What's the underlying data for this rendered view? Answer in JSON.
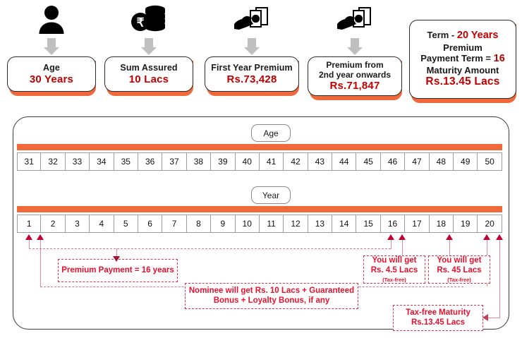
{
  "top_cards": [
    {
      "icon": "person-icon",
      "label": "Age",
      "value": "30 Years"
    },
    {
      "icon": "rupee-coins-icon",
      "label": "Sum Assured",
      "value": "10 Lacs"
    },
    {
      "icon": "hand-money-icon",
      "label": "First Year Premium",
      "value": "Rs.73,428"
    },
    {
      "icon": "hand-money-icon",
      "label_line1": "Premium from",
      "label_line2": "2nd year onwards",
      "value": "Rs.71,847"
    }
  ],
  "summary_card": {
    "term_label": "Term  -",
    "term_value": "20 Years",
    "premium_label": "Premium",
    "payment_term_label": "Payment Term =",
    "payment_term_value": "16",
    "maturity_label": "Maturity Amount",
    "maturity_value": "Rs.13.45 Lacs"
  },
  "timeline": {
    "age_pill": "Age",
    "year_pill": "Year",
    "ages": [
      "31",
      "32",
      "33",
      "34",
      "35",
      "36",
      "37",
      "38",
      "39",
      "40",
      "41",
      "42",
      "43",
      "44",
      "45",
      "46",
      "47",
      "48",
      "49",
      "50"
    ],
    "years": [
      "1",
      "2",
      "3",
      "4",
      "5",
      "6",
      "7",
      "8",
      "9",
      "10",
      "11",
      "12",
      "13",
      "14",
      "15",
      "16",
      "17",
      "18",
      "19",
      "20"
    ]
  },
  "callouts": {
    "premium_payment": "Premium Payment = 16 years",
    "nominee_line1": "Nominee will get Rs. 10 Lacs + Guaranteed",
    "nominee_line2": "Bonus + Loyalty Bonus, if any",
    "payout_16_line1": "You will get",
    "payout_16_line2": "Rs. 4.5 Lacs",
    "payout_16_note": "(Tax-free)",
    "payout_18_line1": "You will get",
    "payout_18_line2": "Rs. 45 Lacs",
    "payout_18_note": "(Tax-free)",
    "maturity_line1": "Tax-free Maturity",
    "maturity_line2": "Rs.13.45 Lacs"
  },
  "colors": {
    "accent_orange": "#f0693a",
    "value_red": "#c00000",
    "annotation_red": "#e8112d",
    "dash_pink": "#e0738a",
    "arrow_red": "#c00030"
  }
}
